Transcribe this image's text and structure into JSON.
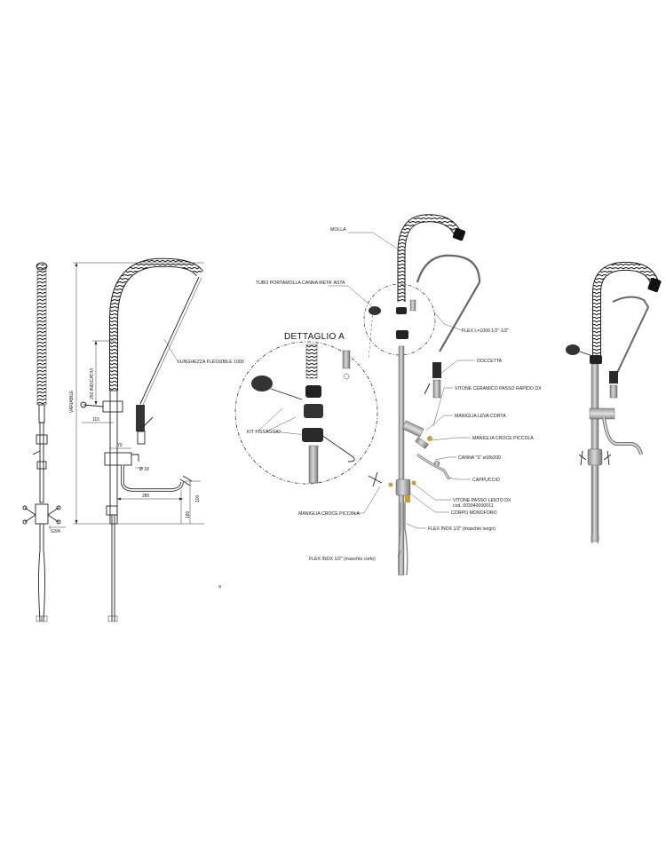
{
  "dimensions": {
    "variabile": "VARIABILE",
    "indicativi": "250 INDICATIVI",
    "d115": "115",
    "d70": "70",
    "d18": "Ø 18",
    "d280": "280",
    "d100": "100",
    "d180": "180",
    "g34": "G3/4",
    "flex_length": "LUNGHEZZA FLESSIBILE 1000"
  },
  "detail": {
    "title": "DETTAGLIO A",
    "kit": "KIT FISSAGGIO"
  },
  "labels": {
    "molla": "MOLLA",
    "tubo": "TUBO PORTAMOLLA CANNA META' ASTA",
    "flex": "FLEX L=1000 1/2\"-1/2\"",
    "doccetta": "DOCCETTA",
    "vitone_ceramico": "VITONE CERAMICO PASSO RAPIDO DX",
    "maniglia_leva": "MANIGLIA LEVA CORTA",
    "maniglia_croce_right": "MANIGLIA CROCE PICCOLA",
    "canna": "CANNA \"S\" ø18x200",
    "cappuccio": "CAPPUCCIO",
    "vitone_lento": "VITONE PASSO LENTO DX",
    "cod": "cod. 003040000011",
    "corpo": "CORPO MONOFORO",
    "maniglia_croce_left": "MANIGLIA CROCE PICCOLA",
    "flex_lunghi": "FLEX INOX 1/2\" (maschio lungo)",
    "flex_corti": "FLEX INOX 1/2\" (maschio corto)"
  },
  "mark": "a"
}
